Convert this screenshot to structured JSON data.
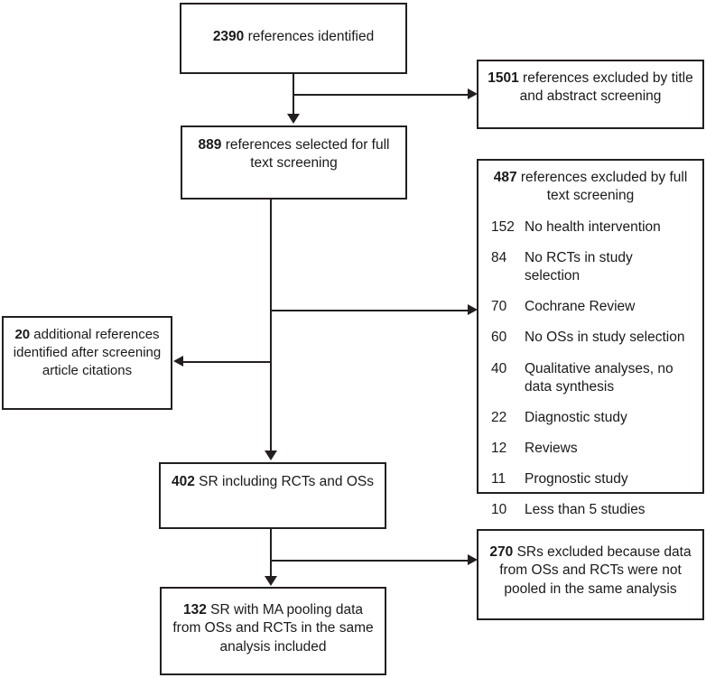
{
  "diagram": {
    "type": "prisma-flow-diagram",
    "line_color": "#231f20",
    "background": "#ffffff",
    "boxes": {
      "identified": {
        "count": "2390",
        "text": " references identified"
      },
      "full_text_screening": {
        "count": "889",
        "text": " references selected for full text screening"
      },
      "excluded_title_abstract": {
        "count": "1501",
        "text": " references excluded by title and abstract screening"
      },
      "excluded_full_text": {
        "count": "487",
        "text": " references excluded by full text screening",
        "reasons": [
          {
            "count": "152",
            "label": "No health intervention"
          },
          {
            "count": "84",
            "label": "No RCTs in study selection"
          },
          {
            "count": "70",
            "label": "Cochrane Review"
          },
          {
            "count": "60",
            "label": "No OSs in study selection"
          },
          {
            "count": "40",
            "label": "Qualitative analyses, no data synthesis"
          },
          {
            "count": "22",
            "label": "Diagnostic study"
          },
          {
            "count": "12",
            "label": "Reviews"
          },
          {
            "count": "11",
            "label": "Prognostic study"
          },
          {
            "count": "10",
            "label": "Less than 5 studies"
          }
        ]
      },
      "additional_references": {
        "count": "20",
        "text": " additional references identified after screening article citations"
      },
      "sr_including": {
        "count": "402",
        "text": " SR including RCTs and OSs"
      },
      "excluded_not_pooled": {
        "count": "270",
        "text": " SRs excluded because data from OSs and RCTs were not pooled in the same analysis"
      },
      "sr_with_ma": {
        "count": "132",
        "text": " SR with MA pooling data from OSs and RCTs in the same analysis included"
      }
    }
  }
}
